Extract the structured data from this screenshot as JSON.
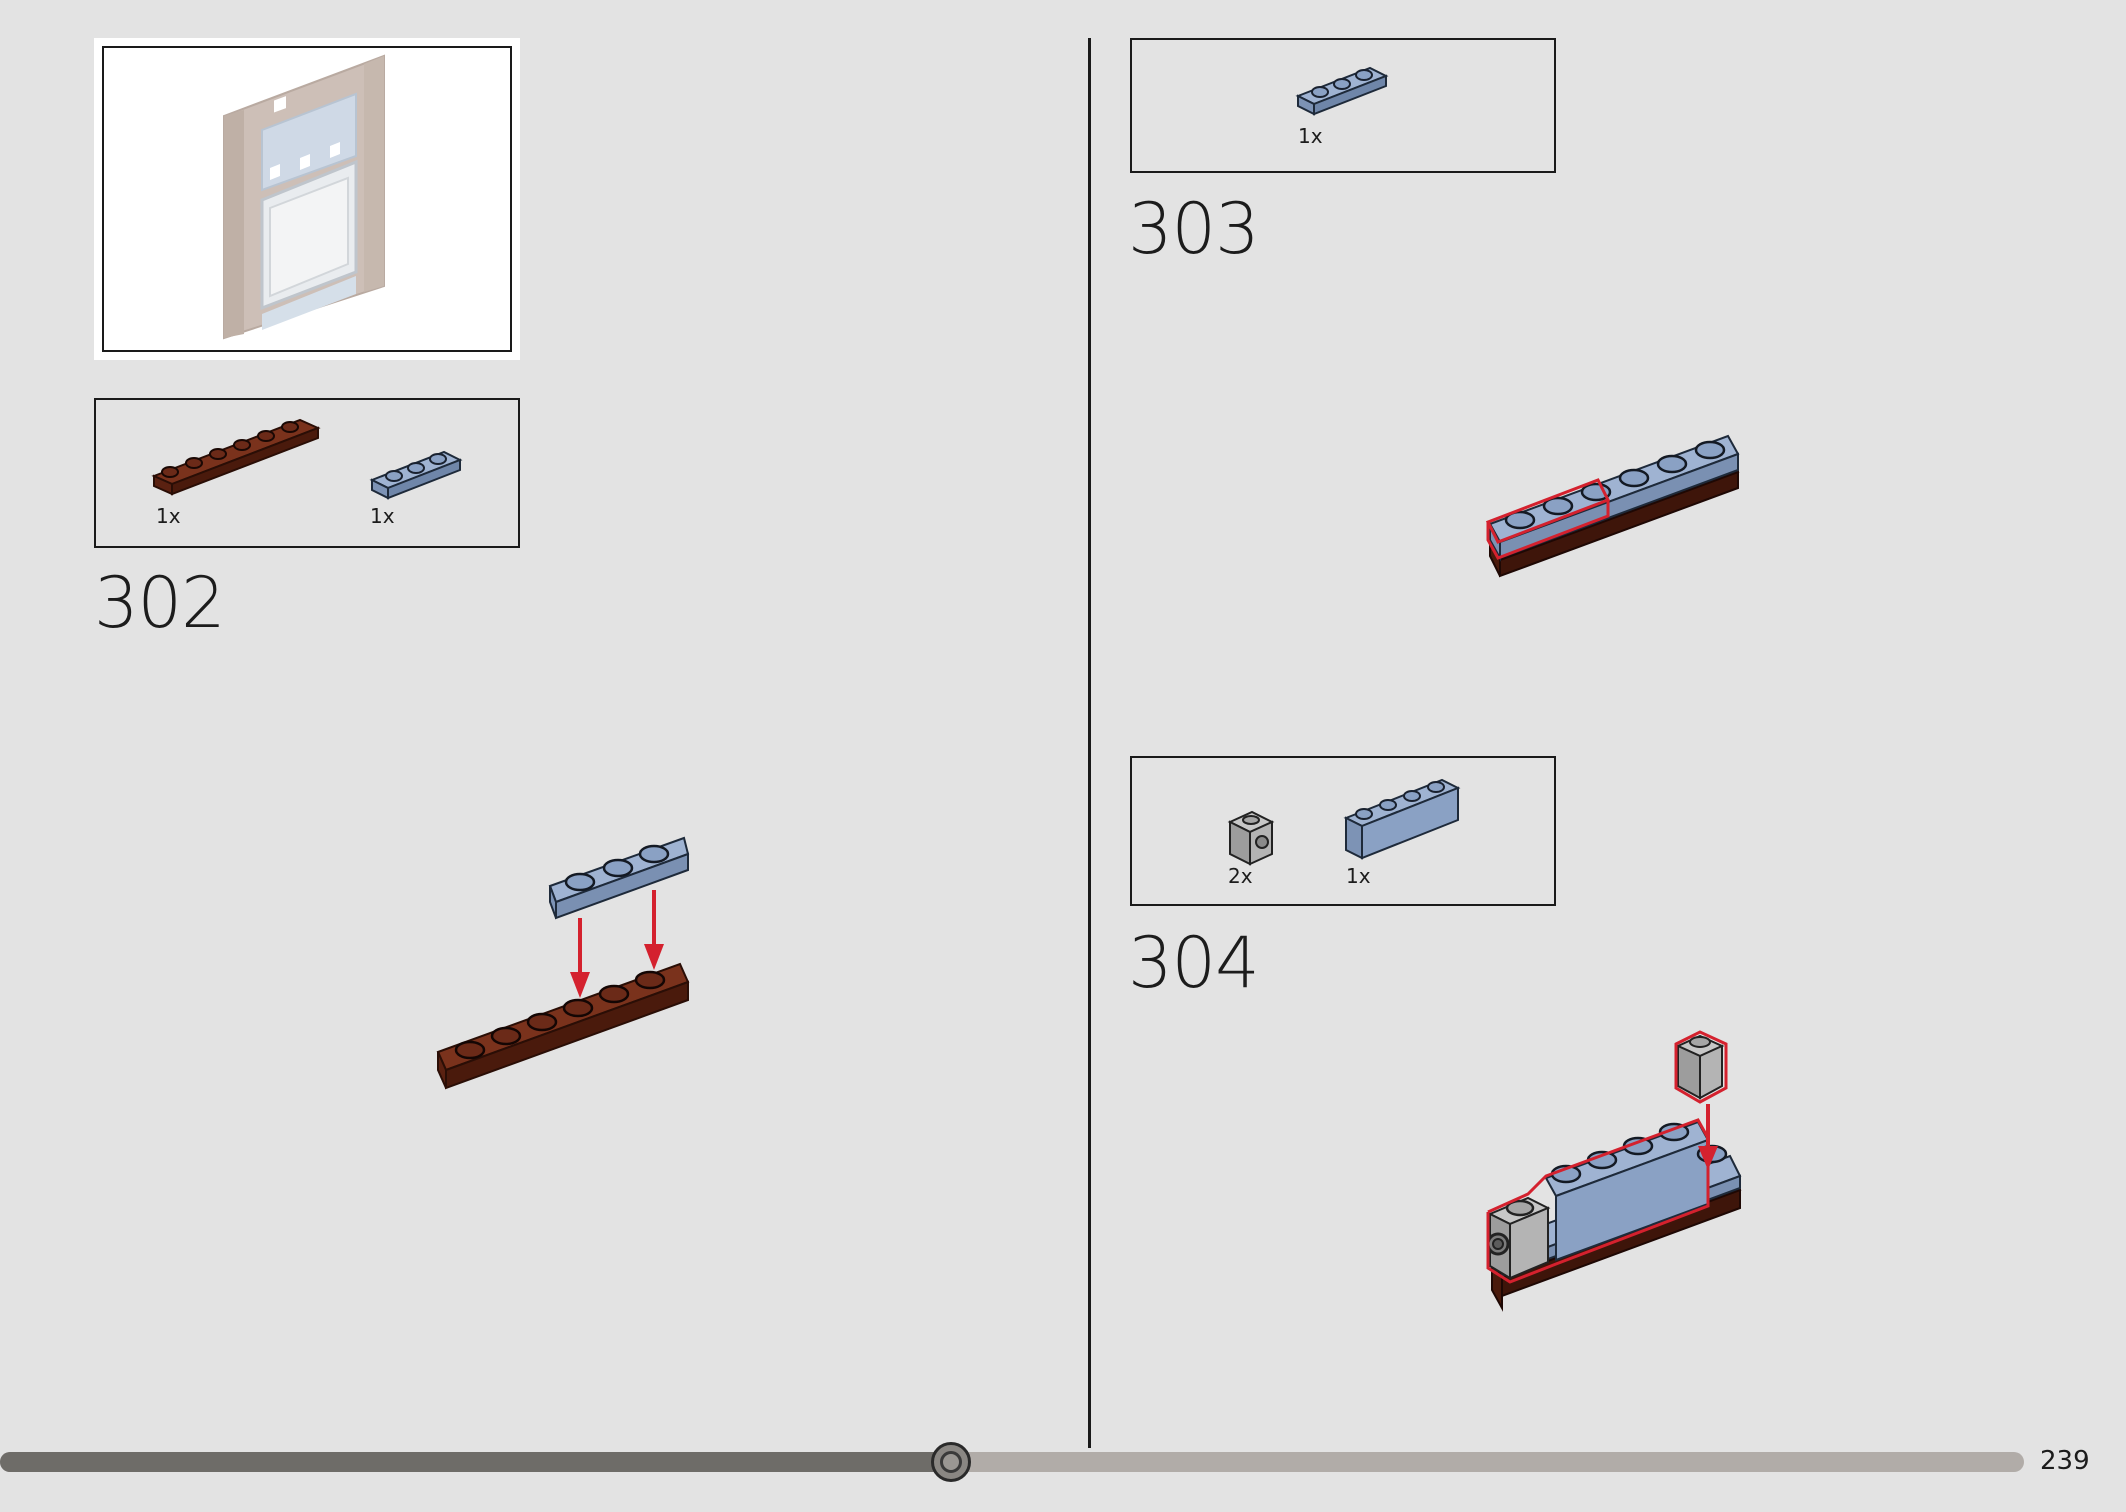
{
  "steps": [
    {
      "number": "302",
      "parts": [
        {
          "qty": "1x"
        },
        {
          "qty": "1x"
        }
      ]
    },
    {
      "number": "303",
      "parts": [
        {
          "qty": "1x"
        }
      ]
    },
    {
      "number": "304",
      "parts": [
        {
          "qty": "2x"
        },
        {
          "qty": "1x"
        }
      ]
    }
  ],
  "footer": {
    "page_number": "239",
    "progress": 0.47
  },
  "colors": {
    "reddish_brown": "#6b2a18",
    "sand_blue": "#8aa1c4",
    "light_grey": "#a6a6a6",
    "highlight_red": "#d4212e"
  }
}
